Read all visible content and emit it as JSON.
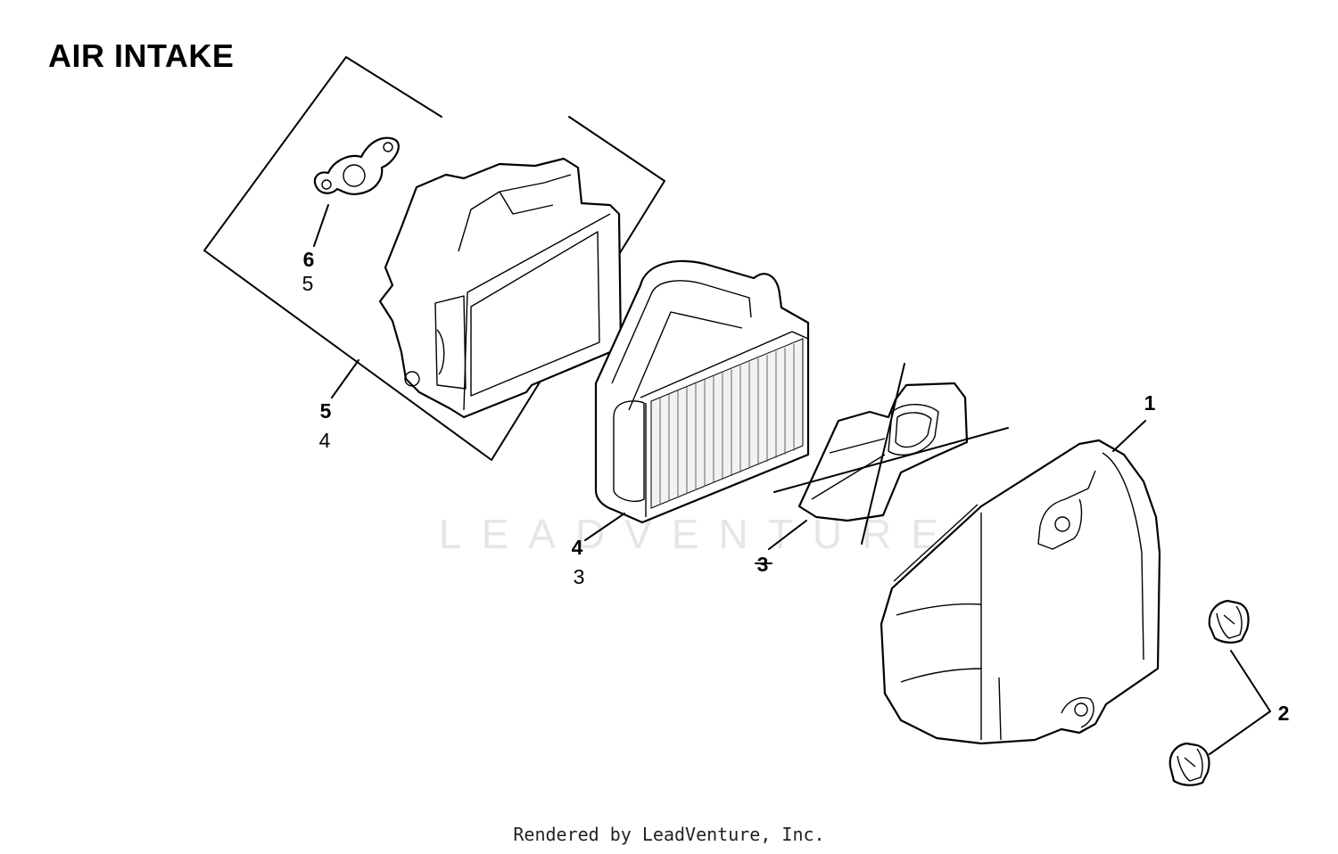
{
  "title": "AIR INTAKE",
  "watermark": "LEADVENTURE",
  "footer": "Rendered by LeadVenture, Inc.",
  "callouts": [
    {
      "id": "1",
      "ref": "1",
      "sub": ""
    },
    {
      "id": "2",
      "ref": "2",
      "sub": ""
    },
    {
      "id": "3",
      "ref": "3",
      "sub": ""
    },
    {
      "id": "4",
      "ref": "4",
      "sub": "3"
    },
    {
      "id": "5",
      "ref": "5",
      "sub": "4"
    },
    {
      "id": "6",
      "ref": "6",
      "sub": "5"
    }
  ]
}
